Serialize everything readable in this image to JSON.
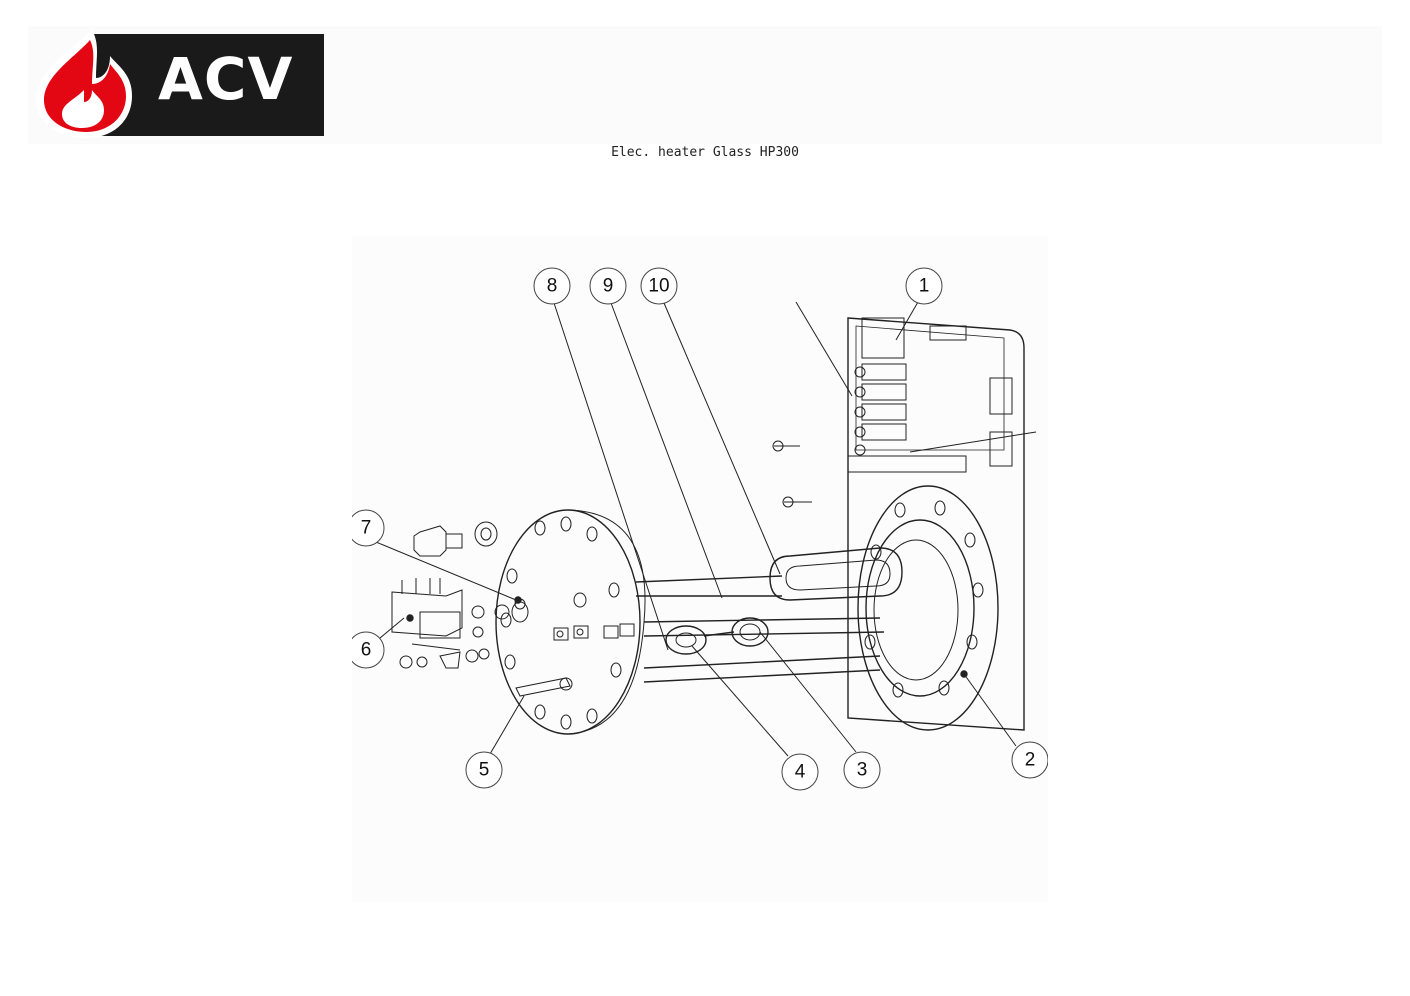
{
  "brand": {
    "logo_text": "ACV",
    "colors": {
      "flame": "#e30613",
      "box": "#1a1a1a"
    }
  },
  "title": "Elec. heater Glass HP300",
  "callouts": [
    "1",
    "2",
    "3",
    "4",
    "5",
    "6",
    "7",
    "8",
    "9",
    "10"
  ],
  "icons": {
    "logo_mark": "flame-icon"
  }
}
